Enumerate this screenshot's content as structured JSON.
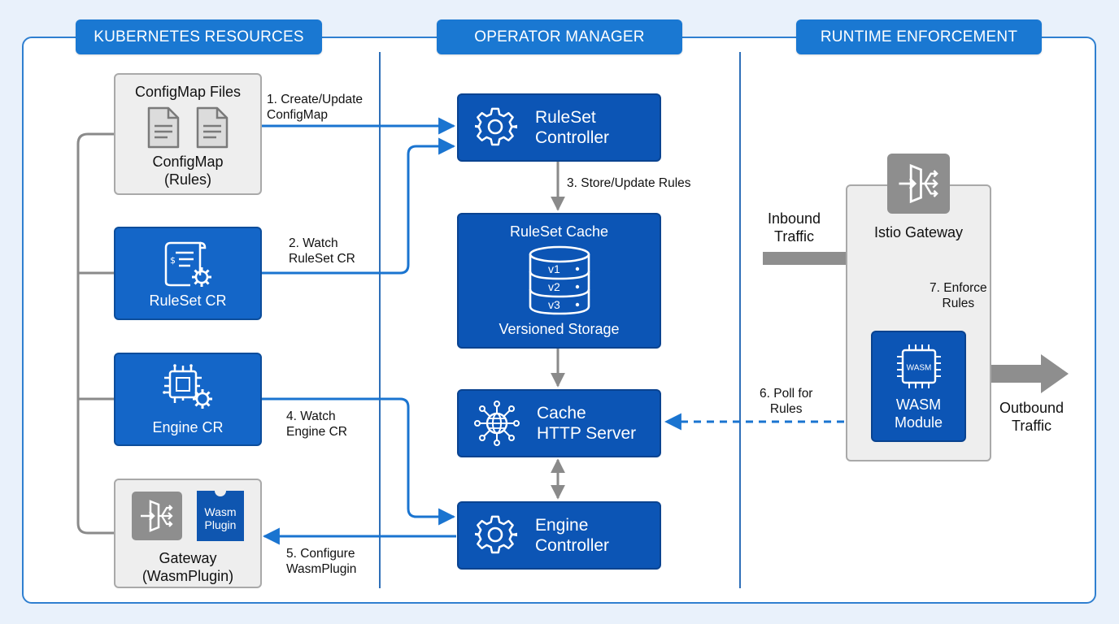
{
  "colors": {
    "accent": "#1a78d2",
    "node_blue": "#1466c8",
    "node_dark": "#0c55b5",
    "gray_fill": "#eeeeee",
    "gray_arrow": "#8a8a8a"
  },
  "sections": {
    "kubernetes": "KUBERNETES RESOURCES",
    "operator": "OPERATOR MANAGER",
    "runtime": "RUNTIME ENFORCEMENT"
  },
  "kube": {
    "configmap_files": "ConfigMap Files",
    "configmap_rules": "ConfigMap\n(Rules)",
    "ruleset_cr": "RuleSet CR",
    "engine_cr": "Engine CR",
    "wasm_badge": "Wasm\nPlugin",
    "gateway": "Gateway\n(WasmPlugin)"
  },
  "operator": {
    "ruleset_controller": "RuleSet\nController",
    "ruleset_cache": "RuleSet Cache",
    "cache_versions": [
      "v1",
      "v2",
      "v3"
    ],
    "versioned_storage": "Versioned Storage",
    "cache_server": "Cache\nHTTP Server",
    "engine_controller": "Engine\nController"
  },
  "runtime": {
    "istio_gateway": "Istio Gateway",
    "wasm_chip": "WASM",
    "wasm_module": "WASM\nModule",
    "inbound": "Inbound\nTraffic",
    "outbound": "Outbound\nTraffic"
  },
  "steps": {
    "s1": "1. Create/Update\nConfigMap",
    "s2": "2. Watch\nRuleSet CR",
    "s3": "3. Store/Update Rules",
    "s4": "4. Watch\nEngine CR",
    "s5": "5. Configure\nWasmPlugin",
    "s6": "6. Poll for\nRules",
    "s7": "7. Enforce\nRules"
  },
  "icons": {
    "configmap": "document-icon",
    "ruleset": "scroll-gear-icon",
    "engine": "circuit-gear-icon",
    "gateway": "gateway-split-icon",
    "controller": "gear-icon",
    "cache": "database-icon",
    "server": "globe-network-icon",
    "wasm": "chip-icon"
  }
}
